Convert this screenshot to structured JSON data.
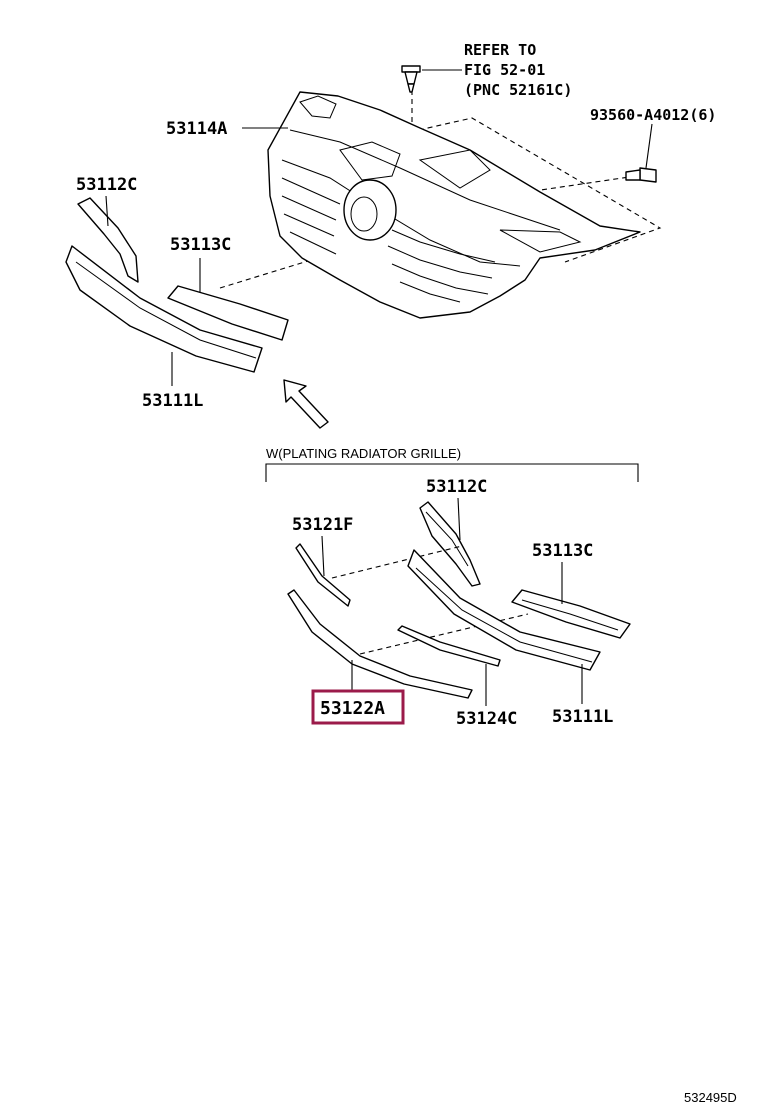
{
  "labels": {
    "refer_line1": "REFER TO",
    "refer_line2": "FIG 52-01",
    "refer_line3": "(PNC 52161C)",
    "bolt": "93560-A4012(6)",
    "grille_main": "53114A",
    "top_molding": "53112C",
    "side_molding": "53113C",
    "lower_molding": "53111L",
    "section_title": "W(PLATING RADIATOR GRILLE)",
    "w_top_molding": "53112C",
    "w_upper_strip": "53121F",
    "w_side_molding": "53113C",
    "w_lower_strip_highlighted": "53122A",
    "w_center_strip": "53124C",
    "w_lower_molding": "53111L",
    "diagram_code": "532495D"
  },
  "colors": {
    "highlight_box": "#9b1b4a",
    "line": "#000000",
    "background": "#ffffff"
  }
}
